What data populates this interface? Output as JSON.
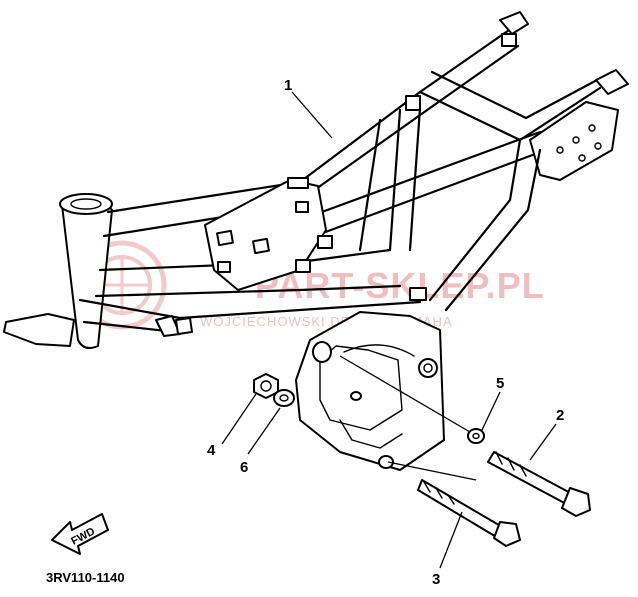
{
  "callouts": [
    {
      "id": "1",
      "label": "1"
    },
    {
      "id": "2",
      "label": "2"
    },
    {
      "id": "3",
      "label": "3"
    },
    {
      "id": "4",
      "label": "4"
    },
    {
      "id": "5",
      "label": "5"
    },
    {
      "id": "6",
      "label": "6"
    }
  ],
  "fwd_label": "FWD",
  "diagram_code": "3RV110-1140",
  "watermark": {
    "main": "PART-SKLEP.PL",
    "sub": "WOJCIECHOWSKI DEALER YAMAHA"
  },
  "colors": {
    "line": "#000000",
    "watermark": "#e58a8a",
    "background": "#ffffff"
  }
}
